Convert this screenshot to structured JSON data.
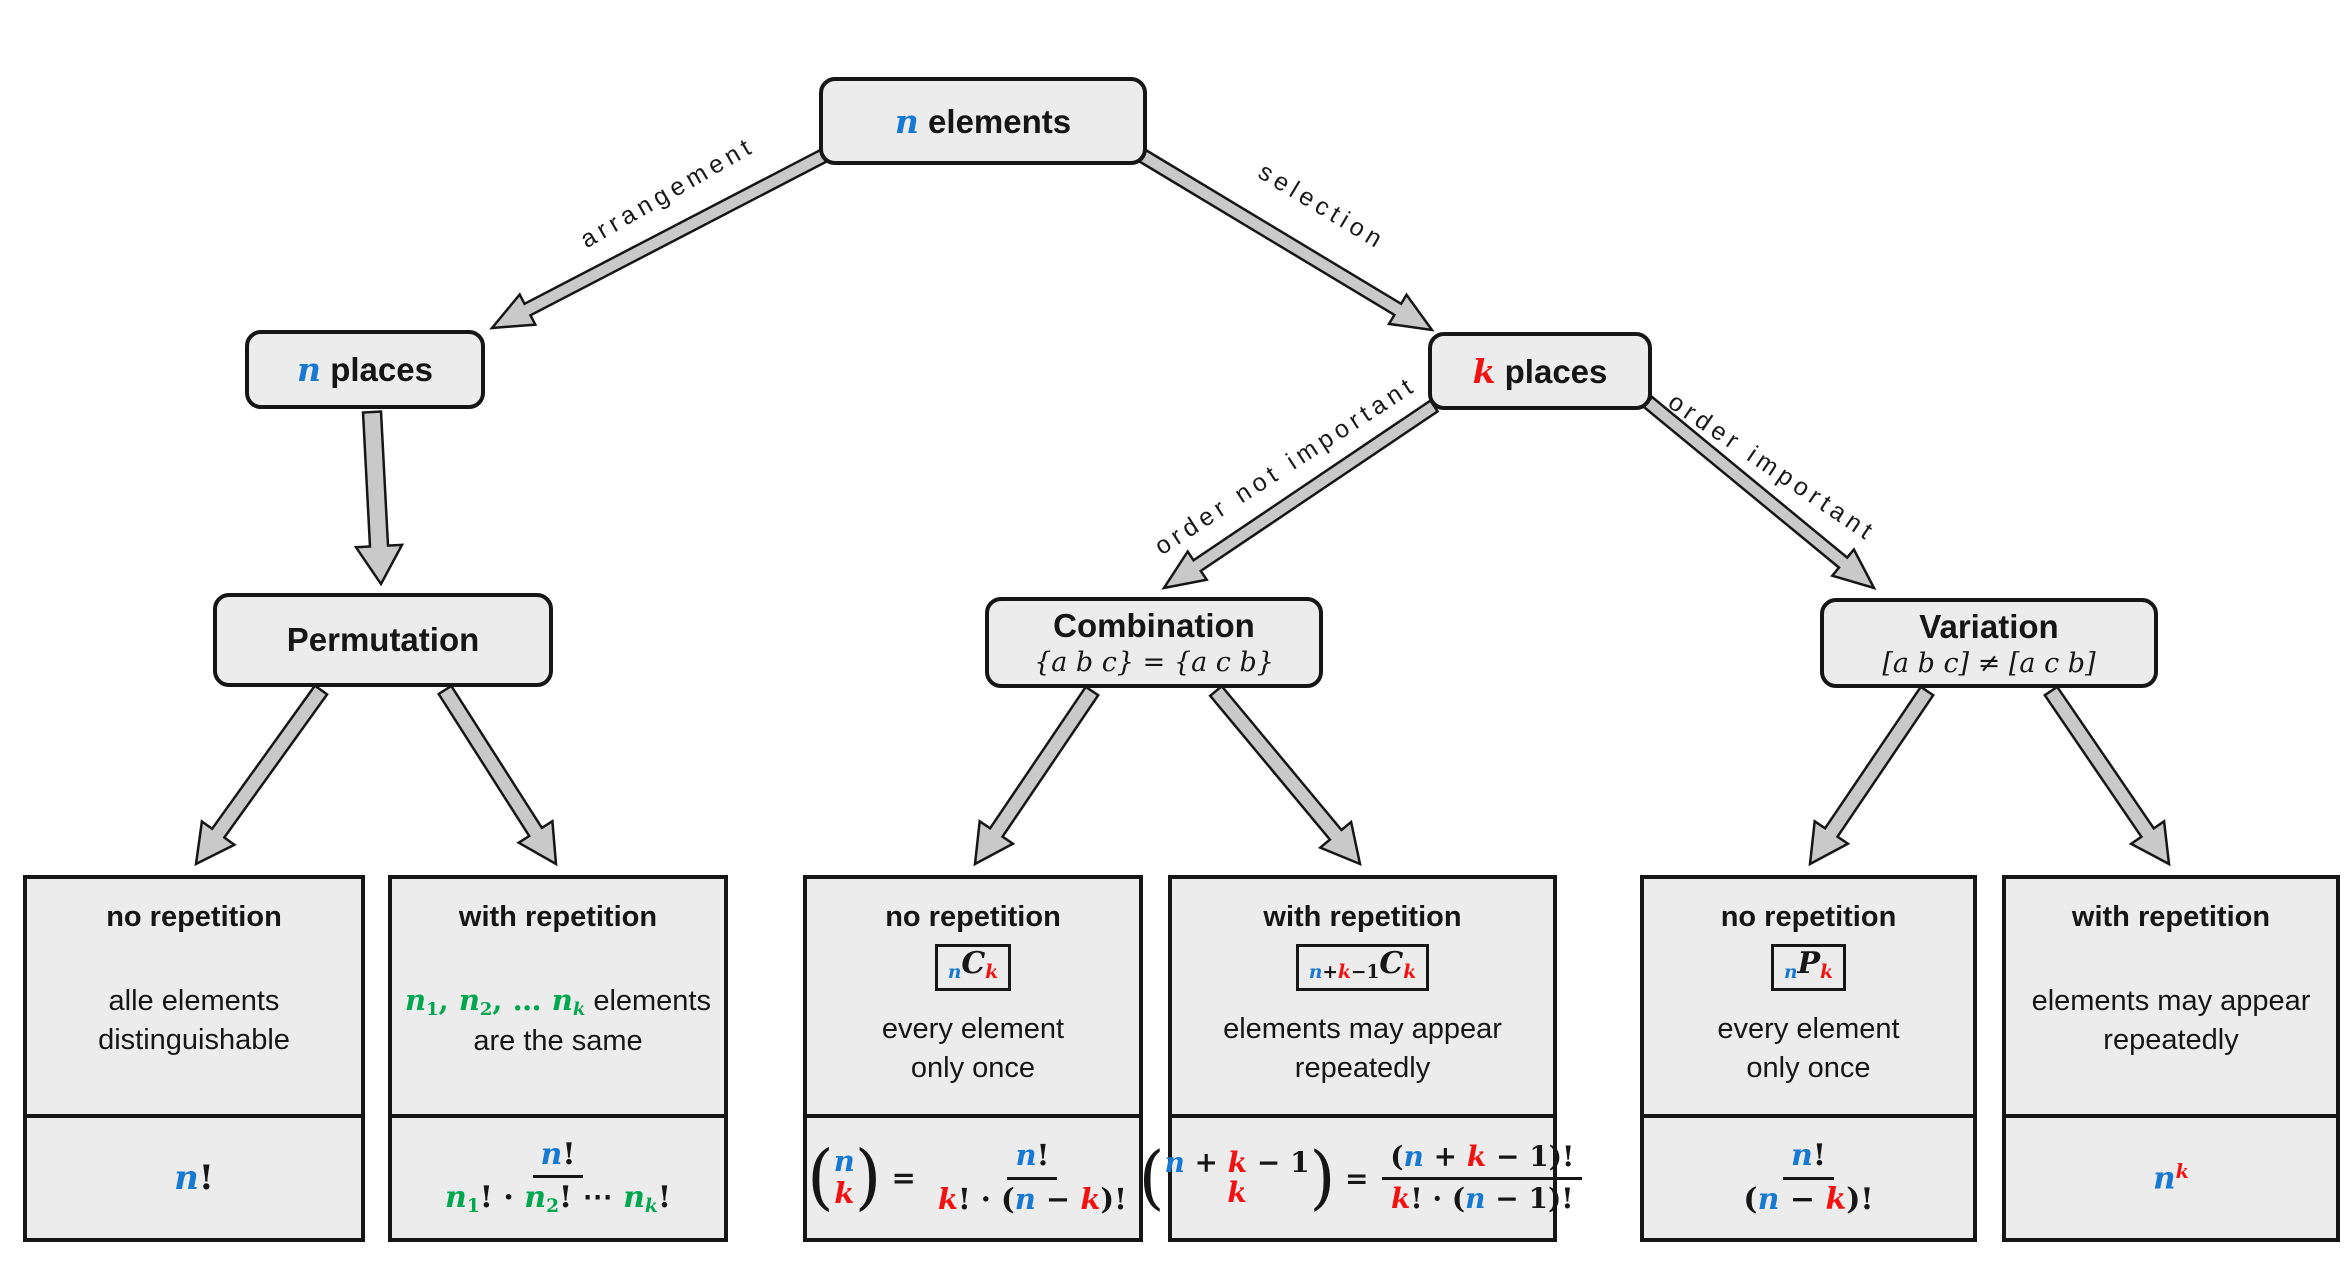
{
  "colors": {
    "blue": "#1779d2",
    "red": "#f21111",
    "green": "#00a74f",
    "box_fill": "#ececec",
    "arrow_fill": "#c9c9c9",
    "ink": "#161616"
  },
  "edges": {
    "arrangement": "arrangement",
    "selection": "selection",
    "order_not_important": "order not important",
    "order_important": "order important"
  },
  "nodes": {
    "root": {
      "label": [
        {
          "tok": [
            {
              "t": "n",
              "c": "b",
              "f": "bi"
            },
            {
              "t": " elements",
              "f": "ub"
            }
          ]
        }
      ]
    },
    "n_places": {
      "label": [
        {
          "tok": [
            {
              "t": "n",
              "c": "b",
              "f": "bi"
            },
            {
              "t": " places",
              "f": "ub"
            }
          ]
        }
      ]
    },
    "k_places": {
      "label": [
        {
          "tok": [
            {
              "t": "k",
              "c": "r",
              "f": "bi"
            },
            {
              "t": " places",
              "f": "ub"
            }
          ]
        }
      ]
    },
    "permutation": {
      "title": "Permutation"
    },
    "combination": {
      "title": "Combination",
      "subtitle": "{a b c} = {a c b}"
    },
    "variation": {
      "title": "Variation",
      "subtitle": "[a b c] ≠ [a c b]"
    }
  },
  "leaves": [
    {
      "title": "no repetition",
      "badge": null,
      "desc": [
        {
          "text": "alle elements"
        },
        {
          "text": "distinguishable"
        }
      ],
      "formula": [
        {
          "tok": [
            {
              "t": "n",
              "c": "b",
              "f": "bi"
            },
            {
              "t": "!",
              "f": "sb"
            }
          ]
        }
      ]
    },
    {
      "title": "with repetition",
      "badge": null,
      "desc": [
        {
          "math": [
            {
              "tok": [
                {
                  "t": "n",
                  "c": "g",
                  "f": "bi"
                },
                {
                  "t": "1",
                  "c": "g",
                  "v": "sub",
                  "f": "sb"
                },
                {
                  "t": ", ",
                  "c": "g",
                  "f": "sb"
                },
                {
                  "t": "n",
                  "c": "g",
                  "f": "bi"
                },
                {
                  "t": "2",
                  "c": "g",
                  "v": "sub",
                  "f": "sb"
                },
                {
                  "t": ", … ",
                  "c": "g",
                  "f": "sb"
                },
                {
                  "t": "n",
                  "c": "g",
                  "f": "bi"
                },
                {
                  "t": "k",
                  "c": "g",
                  "v": "sub",
                  "f": "bi"
                },
                {
                  "t": " elements",
                  "f": "up"
                }
              ]
            }
          ]
        },
        {
          "text": "are the same"
        }
      ],
      "formula": [
        {
          "frac": {
            "n": [
              {
                "t": "n",
                "c": "b",
                "f": "bi"
              },
              {
                "t": "!",
                "f": "sb"
              }
            ],
            "d": [
              {
                "t": "n",
                "c": "g",
                "f": "bi"
              },
              {
                "t": "1",
                "c": "g",
                "v": "sub",
                "f": "sb"
              },
              {
                "t": "! · ",
                "f": "sb"
              },
              {
                "t": "n",
                "c": "g",
                "f": "bi"
              },
              {
                "t": "2",
                "c": "g",
                "v": "sub",
                "f": "sb"
              },
              {
                "t": "! ⋯ ",
                "f": "sb"
              },
              {
                "t": "n",
                "c": "g",
                "f": "bi"
              },
              {
                "t": "k",
                "c": "g",
                "v": "sub",
                "f": "bi"
              },
              {
                "t": "!",
                "f": "sb"
              }
            ]
          }
        }
      ]
    },
    {
      "title": "no repetition",
      "badge": [
        {
          "tok": [
            {
              "t": "n",
              "c": "b",
              "v": "sub",
              "f": "bi"
            },
            {
              "t": "C",
              "f": "bi"
            },
            {
              "t": "k",
              "c": "r",
              "v": "sub",
              "f": "bi"
            }
          ]
        }
      ],
      "desc": [
        {
          "text": "every element"
        },
        {
          "text": "only once"
        }
      ],
      "formula": [
        {
          "binom": {
            "t": [
              {
                "t": "n",
                "c": "b",
                "f": "bi"
              }
            ],
            "b": [
              {
                "t": "k",
                "c": "r",
                "f": "bi"
              }
            ]
          }
        },
        {
          "tok": [
            {
              "t": " = ",
              "f": "sb"
            }
          ]
        },
        {
          "frac": {
            "n": [
              {
                "t": "n",
                "c": "b",
                "f": "bi"
              },
              {
                "t": "!",
                "f": "sb"
              }
            ],
            "d": [
              {
                "t": "k",
                "c": "r",
                "f": "bi"
              },
              {
                "t": "! · (",
                "f": "sb"
              },
              {
                "t": "n",
                "c": "b",
                "f": "bi"
              },
              {
                "t": " − ",
                "f": "sb"
              },
              {
                "t": "k",
                "c": "r",
                "f": "bi"
              },
              {
                "t": ")!",
                "f": "sb"
              }
            ]
          }
        }
      ]
    },
    {
      "title": "with repetition",
      "badge": [
        {
          "tok": [
            {
              "t": "n",
              "c": "b",
              "v": "sub",
              "f": "bi"
            },
            {
              "t": "+",
              "v": "sub",
              "f": "sb"
            },
            {
              "t": "k",
              "c": "r",
              "v": "sub",
              "f": "bi"
            },
            {
              "t": "−",
              "v": "sub",
              "f": "sb"
            },
            {
              "t": "1",
              "v": "sub",
              "f": "sb"
            },
            {
              "t": "C",
              "f": "bi"
            },
            {
              "t": "k",
              "c": "r",
              "v": "sub",
              "f": "bi"
            }
          ]
        }
      ],
      "desc": [
        {
          "text": "elements may appear"
        },
        {
          "text": "repeatedly"
        }
      ],
      "formula": [
        {
          "binom": {
            "t": [
              {
                "t": "n",
                "c": "b",
                "f": "bi"
              },
              {
                "t": " + ",
                "f": "sb"
              },
              {
                "t": "k",
                "c": "r",
                "f": "bi"
              },
              {
                "t": " − 1",
                "f": "sb"
              }
            ],
            "b": [
              {
                "t": "k",
                "c": "r",
                "f": "bi"
              }
            ]
          }
        },
        {
          "tok": [
            {
              "t": " = ",
              "f": "sb"
            }
          ]
        },
        {
          "frac": {
            "n": [
              {
                "t": "(",
                "f": "sb"
              },
              {
                "t": "n",
                "c": "b",
                "f": "bi"
              },
              {
                "t": " + ",
                "f": "sb"
              },
              {
                "t": "k",
                "c": "r",
                "f": "bi"
              },
              {
                "t": " − 1)!",
                "f": "sb"
              }
            ],
            "d": [
              {
                "t": "k",
                "c": "r",
                "f": "bi"
              },
              {
                "t": "! · (",
                "f": "sb"
              },
              {
                "t": "n",
                "c": "b",
                "f": "bi"
              },
              {
                "t": " − 1)!",
                "f": "sb"
              }
            ]
          }
        }
      ]
    },
    {
      "title": "no repetition",
      "badge": [
        {
          "tok": [
            {
              "t": "n",
              "c": "b",
              "v": "sub",
              "f": "bi"
            },
            {
              "t": "P",
              "f": "bi"
            },
            {
              "t": "k",
              "c": "r",
              "v": "sub",
              "f": "bi"
            }
          ]
        }
      ],
      "desc": [
        {
          "text": "every element"
        },
        {
          "text": "only once"
        }
      ],
      "formula": [
        {
          "frac": {
            "n": [
              {
                "t": "n",
                "c": "b",
                "f": "bi"
              },
              {
                "t": "!",
                "f": "sb"
              }
            ],
            "d": [
              {
                "t": "(",
                "f": "sb"
              },
              {
                "t": "n",
                "c": "b",
                "f": "bi"
              },
              {
                "t": " − ",
                "f": "sb"
              },
              {
                "t": "k",
                "c": "r",
                "f": "bi"
              },
              {
                "t": ")!",
                "f": "sb"
              }
            ]
          }
        }
      ]
    },
    {
      "title": "with repetition",
      "badge": null,
      "desc": [
        {
          "text": "elements may appear"
        },
        {
          "text": "repeatedly"
        }
      ],
      "formula": [
        {
          "tok": [
            {
              "t": "n",
              "c": "b",
              "f": "bi"
            },
            {
              "t": "k",
              "c": "r",
              "v": "sup",
              "f": "bi"
            }
          ]
        }
      ]
    }
  ]
}
